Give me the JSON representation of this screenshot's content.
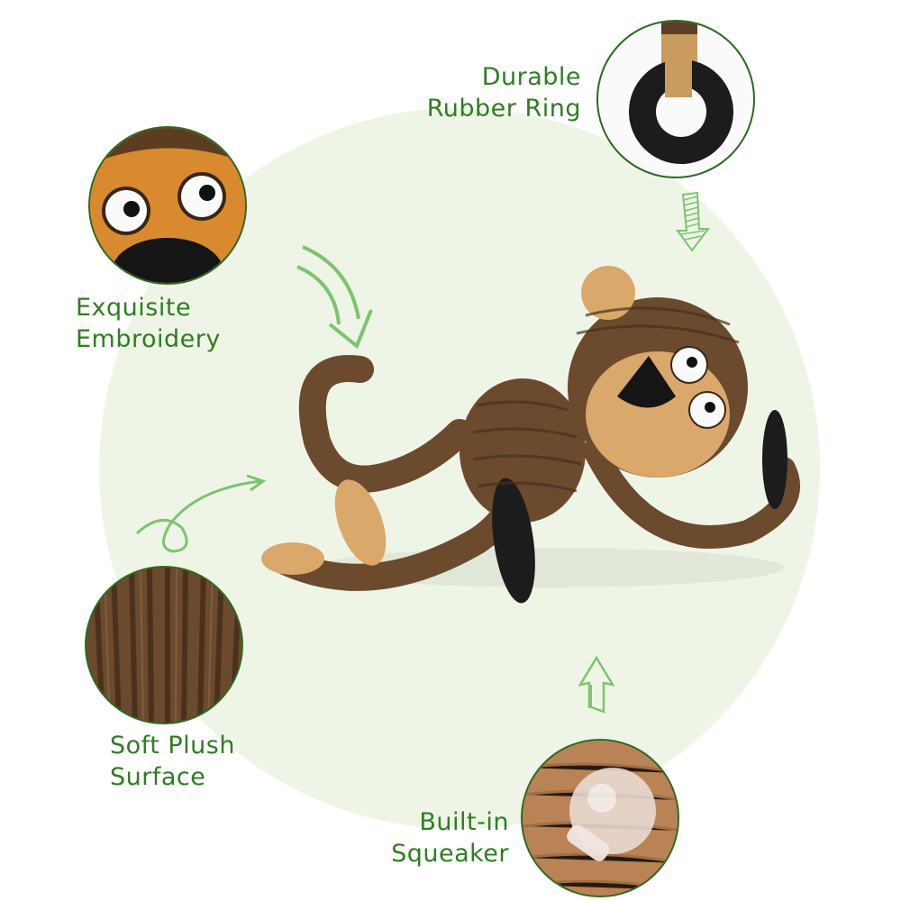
{
  "features": [
    {
      "id": "ring",
      "line1": "Durable",
      "line2": "Rubber Ring"
    },
    {
      "id": "embroidery",
      "line1": "Exquisite",
      "line2": "Embroidery"
    },
    {
      "id": "plush",
      "line1": "Soft Plush",
      "line2": "Surface"
    },
    {
      "id": "squeaker",
      "line1": "Built-in",
      "line2": "Squeaker"
    }
  ],
  "colors": {
    "label_green": "#2f7d22",
    "arrow_green": "#7cc46e",
    "background_circle": "#eef5e6",
    "plush_brown": "#6b4a2e",
    "tan": "#d9a86a"
  },
  "icons": [
    "curved-arrow-down-icon",
    "loop-arrow-right-icon",
    "striped-arrow-down-icon",
    "outline-arrow-up-icon"
  ]
}
